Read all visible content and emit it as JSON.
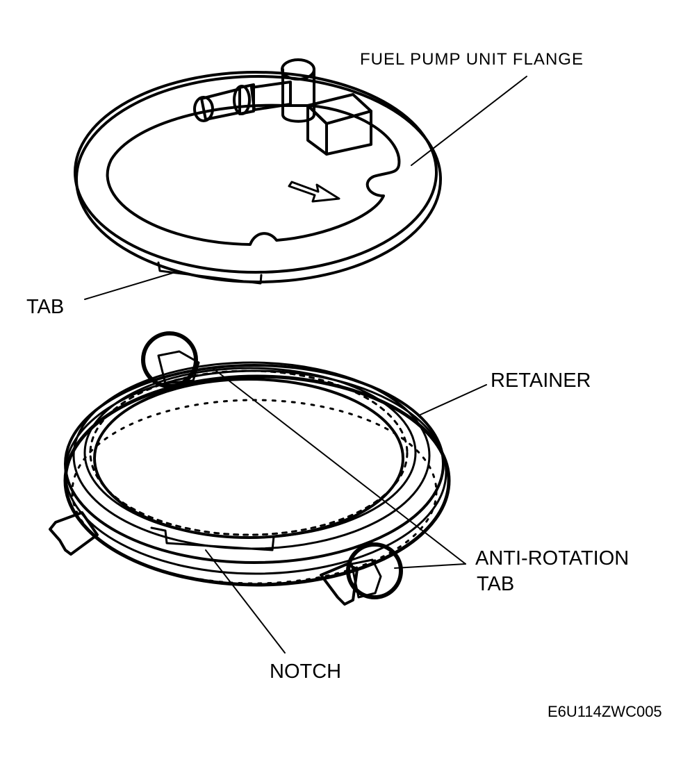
{
  "figure_id": "E6U114ZWC005",
  "labels": {
    "fuel_pump_unit_flange": "FUEL PUMP UNIT FLANGE",
    "tab": "TAB",
    "retainer": "RETAINER",
    "anti_rotation_tab_line1": "ANTI-ROTATION",
    "anti_rotation_tab_line2": "TAB",
    "notch": "NOTCH"
  },
  "colors": {
    "ink": "#000000",
    "paper": "#ffffff",
    "part_fill": "#ffffff"
  },
  "icons": {
    "direction_arrow": "arrow-right-down-icon"
  }
}
